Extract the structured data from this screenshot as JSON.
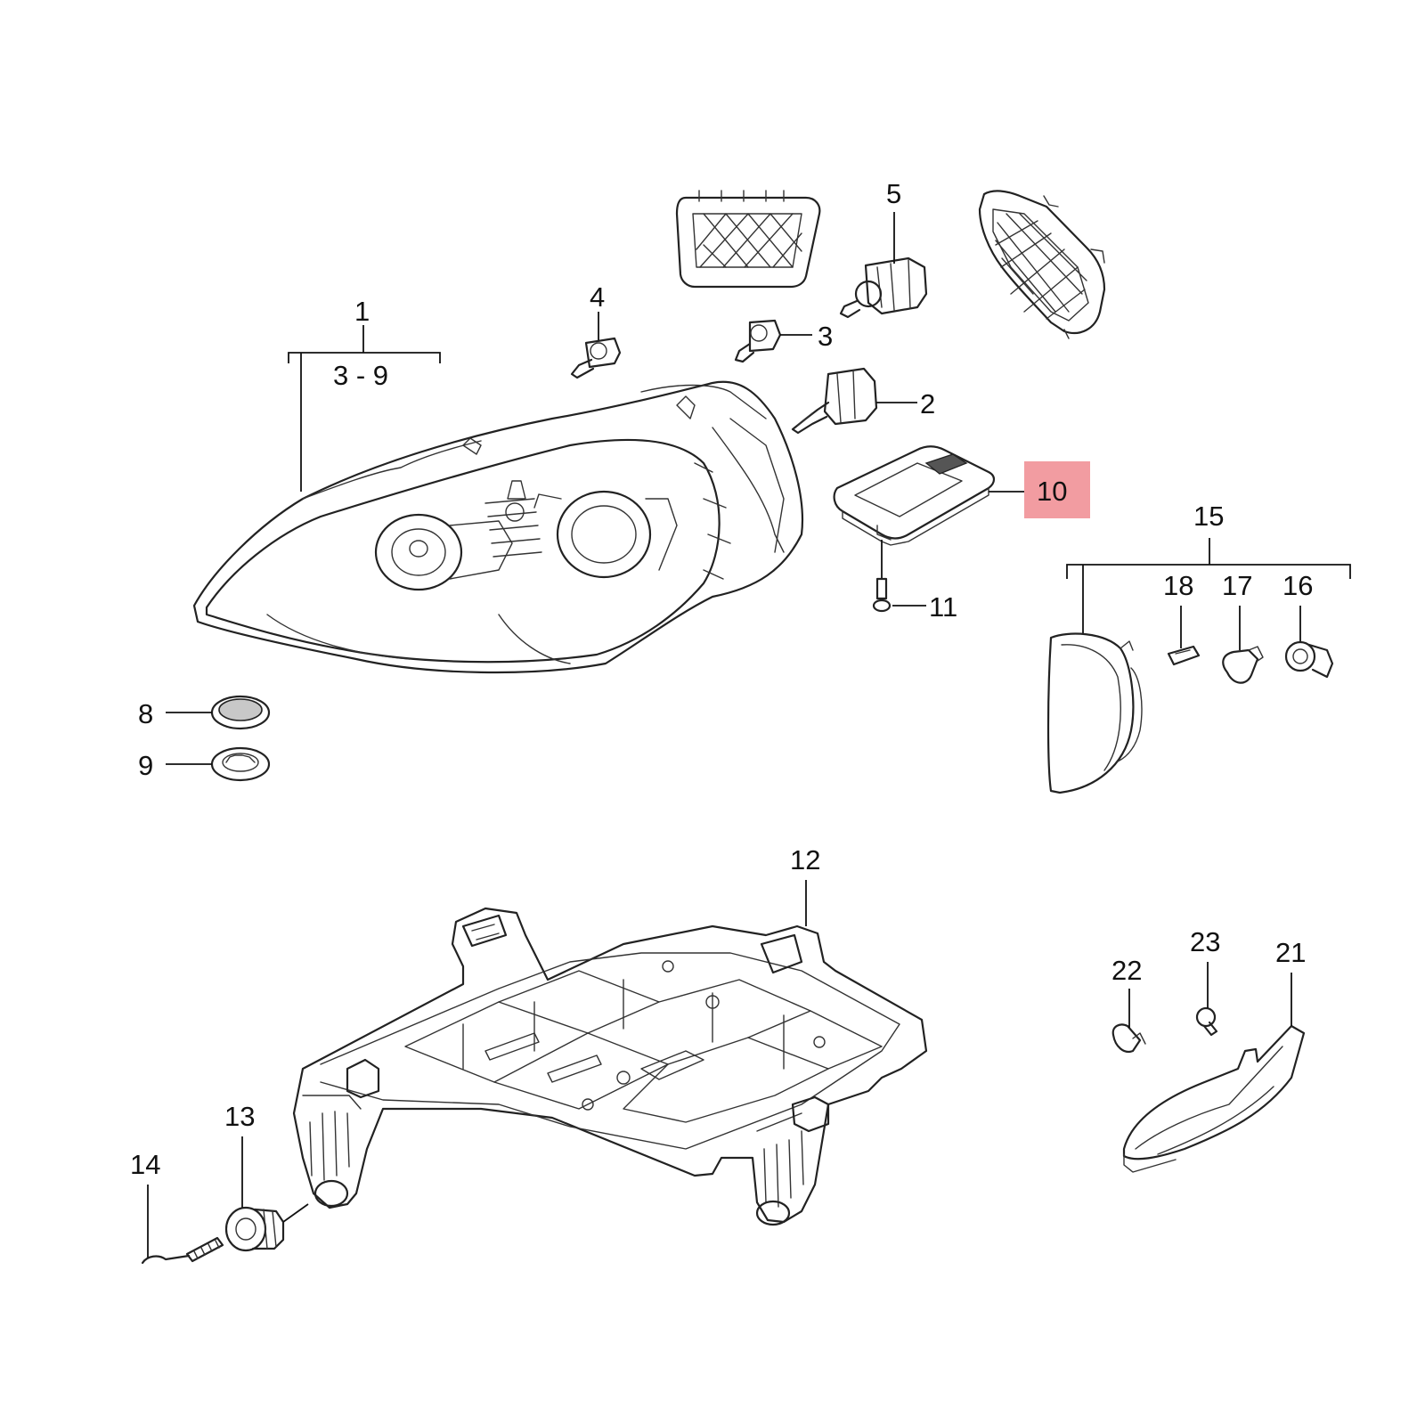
{
  "callouts": {
    "c1": "1",
    "c1_range": "3 - 9",
    "c2": "2",
    "c3": "3",
    "c4": "4",
    "c5": "5",
    "c8": "8",
    "c9": "9",
    "c10": "10",
    "c11": "11",
    "c12": "12",
    "c13": "13",
    "c14": "14",
    "c15": "15",
    "c16": "16",
    "c17": "17",
    "c18": "18",
    "c21": "21",
    "c22": "22",
    "c23": "23"
  },
  "highlight_color": "#ee7b82"
}
